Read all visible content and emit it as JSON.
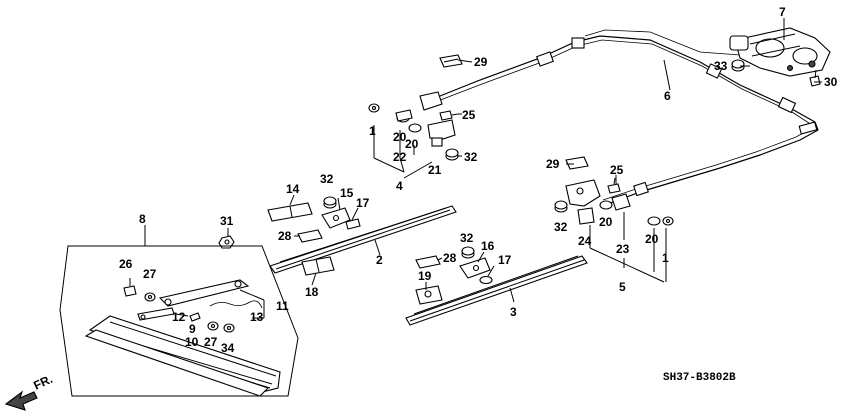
{
  "diagram": {
    "part_numbers": {
      "p1a": "1",
      "p1b": "1",
      "p2": "2",
      "p3": "3",
      "p4": "4",
      "p5": "5",
      "p6": "6",
      "p7": "7",
      "p8": "8",
      "p9": "9",
      "p10": "10",
      "p11": "11",
      "p12": "12",
      "p13": "13",
      "p14": "14",
      "p15": "15",
      "p16": "16",
      "p17a": "17",
      "p17b": "17",
      "p18": "18",
      "p19": "19",
      "p20a": "20",
      "p20b": "20",
      "p20c": "20",
      "p20d": "20",
      "p21": "21",
      "p22": "22",
      "p23": "23",
      "p24": "24",
      "p25a": "25",
      "p25b": "25",
      "p26": "26",
      "p27a": "27",
      "p27b": "27",
      "p28a": "28",
      "p28b": "28",
      "p29a": "29",
      "p29b": "29",
      "p30": "30",
      "p31": "31",
      "p32a": "32",
      "p32b": "32",
      "p32c": "32",
      "p32d": "32",
      "p33": "33",
      "p34": "34"
    },
    "diagram_code": "SH37-B3802B",
    "direction_label": "FR."
  }
}
